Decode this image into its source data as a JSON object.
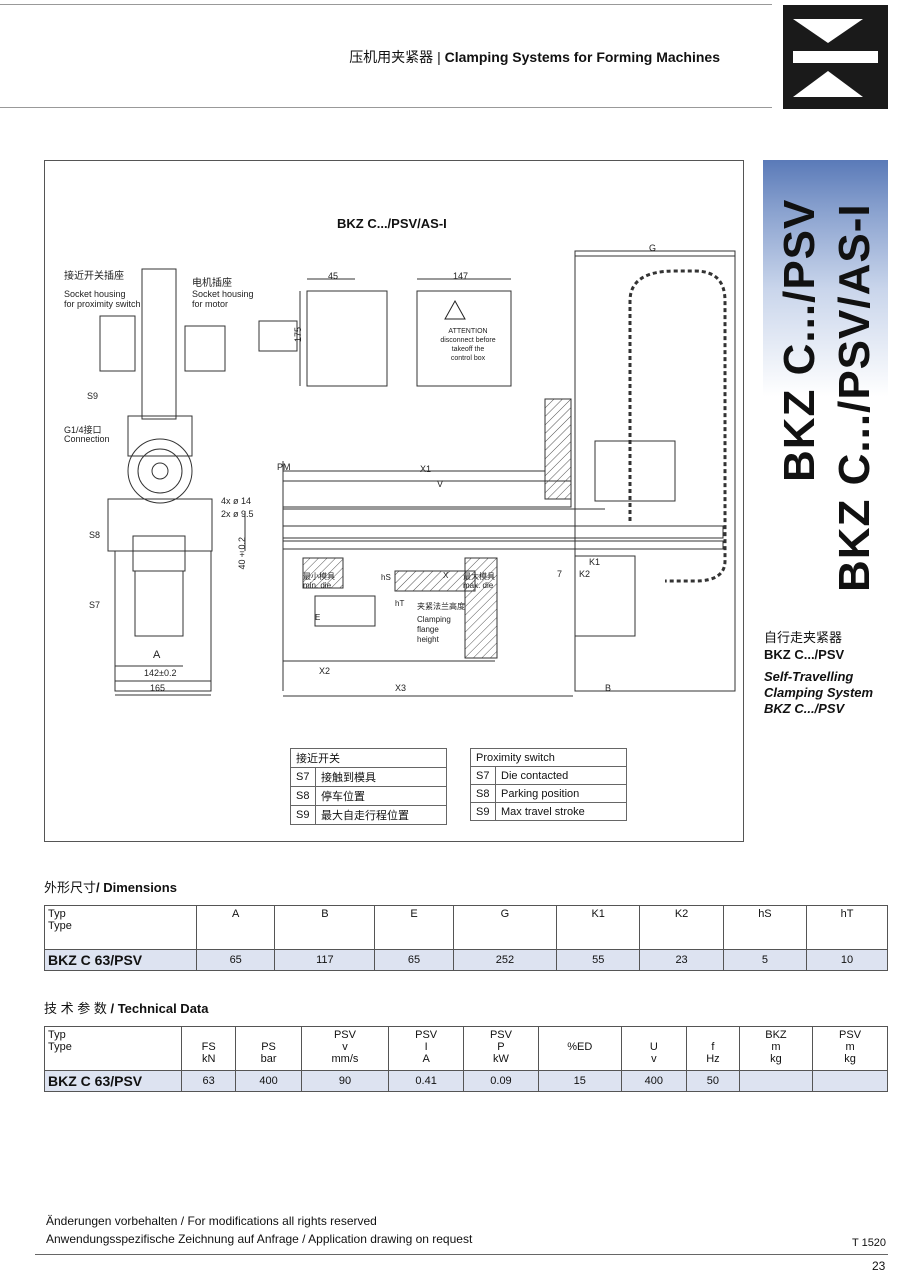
{
  "header": {
    "title_cn": "压机用夹紧器",
    "separator": "|",
    "title_en": "Clamping Systems for Forming Machines"
  },
  "drawing": {
    "title": "BKZ C.../PSV/AS-I",
    "labels": {
      "socket_prox_cn": "接近开关插座",
      "socket_prox_en1": "Socket housing",
      "socket_prox_en2": "for proximity switch",
      "socket_motor_cn": "电机插座",
      "socket_motor_en1": "Socket housing",
      "socket_motor_en2": "for motor",
      "s9": "S9",
      "g14_cn": "G1/4接口",
      "g14_en": "Connection",
      "s8": "S8",
      "s7": "S7",
      "holes1": "4x ø 14",
      "holes2": "2x ø 9.5",
      "dim_40": "40±0.2",
      "dim_a": "A",
      "dim_142": "142±0.2",
      "dim_165": "165",
      "dim_45": "45",
      "dim_147": "147",
      "dim_175": "175",
      "attention1": "ATTENTION",
      "attention2": "disconnect before",
      "attention3": "takeoff the",
      "attention4": "control box",
      "dim_g": "G",
      "pm": "PM",
      "x1": "X1",
      "v": "V",
      "min_die_cn": "最小模具",
      "min_die_en": "min. die",
      "max_die_cn": "最大模具",
      "max_die_en": "max. die",
      "hs": "hS",
      "ht": "hT",
      "e": "E",
      "x": "X",
      "flange_cn": "夹紧法兰高度",
      "flange_en1": "Clamping",
      "flange_en2": "flange",
      "flange_en3": "height",
      "k1": "K1",
      "k2": "K2",
      "seven": "7",
      "x2": "X2",
      "x3": "X3",
      "b": "B"
    },
    "legend_cn": {
      "header": "接近开关",
      "rows": [
        {
          "code": "S7",
          "text": "接触到模具"
        },
        {
          "code": "S8",
          "text": "停车位置"
        },
        {
          "code": "S9",
          "text": "最大自走行程位置"
        }
      ]
    },
    "legend_en": {
      "header": "Proximity switch",
      "rows": [
        {
          "code": "S7",
          "text": "Die contacted"
        },
        {
          "code": "S8",
          "text": "Parking position"
        },
        {
          "code": "S9",
          "text": "Max travel stroke"
        }
      ]
    }
  },
  "side": {
    "vertical1": "BKZ C.../PSV",
    "vertical2": "BKZ C.../PSV/AS-I",
    "caption_cn": "自行走夹紧器",
    "caption_model": "BKZ C.../PSV",
    "caption_en1": "Self-Travelling",
    "caption_en2": "Clamping System",
    "caption_en3": "BKZ C.../PSV"
  },
  "dimensions": {
    "title_cn": "外形尺寸",
    "title_en": "/ Dimensions",
    "type_label1": "Typ",
    "type_label2": "Type",
    "headers": [
      "A",
      "B",
      "E",
      "G",
      "K1",
      "K2",
      "hS",
      "hT"
    ],
    "row_name": "BKZ C 63/PSV",
    "row_values": [
      "65",
      "117",
      "65",
      "252",
      "55",
      "23",
      "5",
      "10"
    ]
  },
  "technical": {
    "title_cn": "技 术 参 数",
    "title_en": "/ Technical Data",
    "type_label1": "Typ",
    "type_label2": "Type",
    "headers": [
      {
        "l1": "",
        "l2": "FS",
        "l3": "kN"
      },
      {
        "l1": "",
        "l2": "PS",
        "l3": "bar"
      },
      {
        "l1": "PSV",
        "l2": "v",
        "l3": "mm/s"
      },
      {
        "l1": "PSV",
        "l2": "I",
        "l3": "A"
      },
      {
        "l1": "PSV",
        "l2": "P",
        "l3": "kW"
      },
      {
        "l1": "",
        "l2": "%ED",
        "l3": ""
      },
      {
        "l1": "",
        "l2": "U",
        "l3": "v"
      },
      {
        "l1": "",
        "l2": "f",
        "l3": "Hz"
      },
      {
        "l1": "BKZ",
        "l2": "m",
        "l3": "kg"
      },
      {
        "l1": "PSV",
        "l2": "m",
        "l3": "kg"
      }
    ],
    "row_name": "BKZ C 63/PSV",
    "row_values": [
      "63",
      "400",
      "90",
      "0.41",
      "0.09",
      "15",
      "400",
      "50",
      "",
      ""
    ]
  },
  "footer": {
    "line1": "Änderungen vorbehalten / For modifications all rights reserved",
    "line2": "Anwendungsspezifische Zeichnung auf Anfrage / Application drawing on request",
    "doc_code": "T 1520",
    "page_number": "23"
  }
}
